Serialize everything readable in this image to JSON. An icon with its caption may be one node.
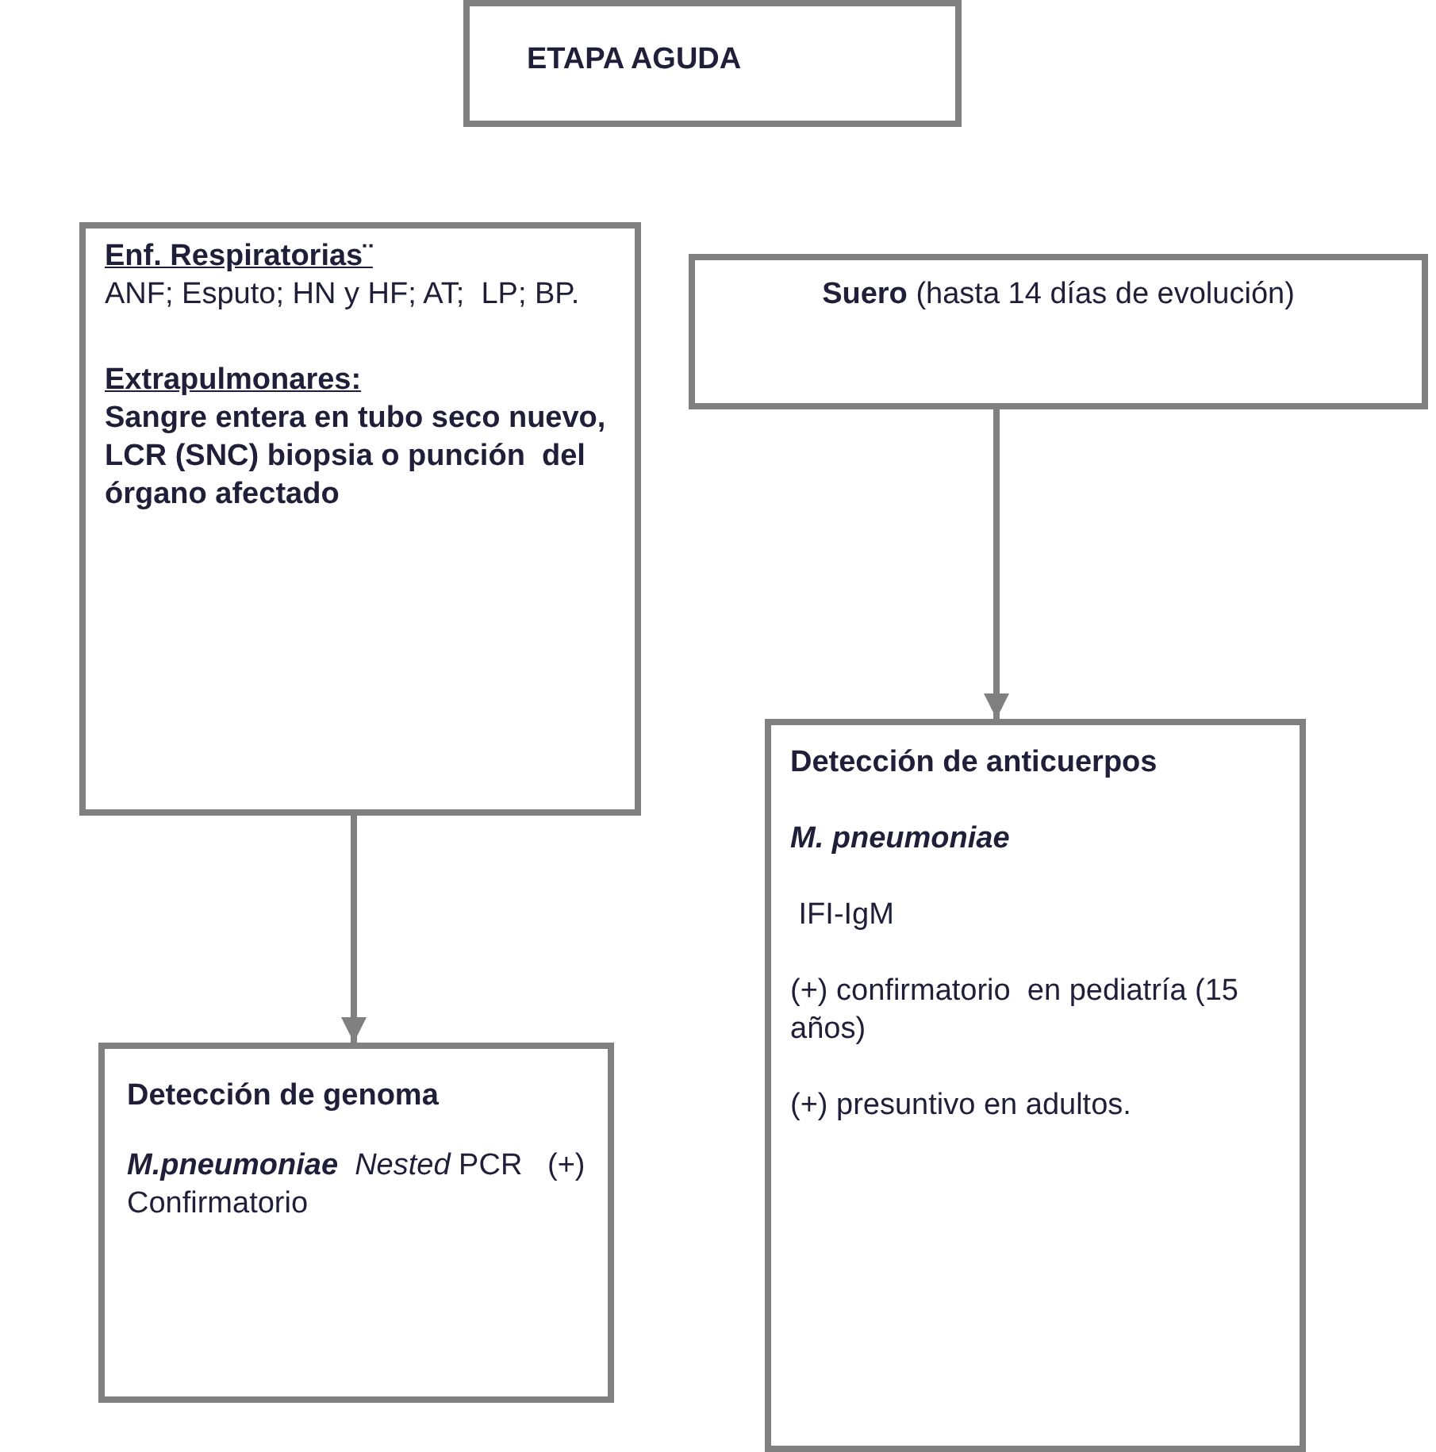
{
  "diagram": {
    "nodes": [
      {
        "text": [
          "ETAPA AGUDA"
        ]
      },
      {
        "text": [
          "Enf. Respiratorias¨",
          "ANF; Esputo; HN y HF; AT;  LP; BP.",
          "Extrapulmonares:",
          "Sangre entera en tubo seco nuevo, LCR (SNC) biopsia o punción  del órgano afectado"
        ]
      },
      {
        "text": [
          "**Suero** (hasta 14 días de evolución)"
        ]
      },
      {
        "text": [
          "Detección de genoma",
          "**M.pneumoniae**  *Nested* PCR   (+) Confirmatorio"
        ]
      },
      {
        "text": [
          "Detección de anticuerpos",
          "M. pneumoniae",
          " IFI-IgM",
          "(+) confirmatorio  en pediatría (15 años)",
          "(+) presuntivo en adultos."
        ]
      }
    ],
    "edges": [
      {
        "from": 1,
        "to": 3,
        "arrow": "to"
      },
      {
        "from": 2,
        "to": 4,
        "arrow": "to"
      }
    ]
  }
}
